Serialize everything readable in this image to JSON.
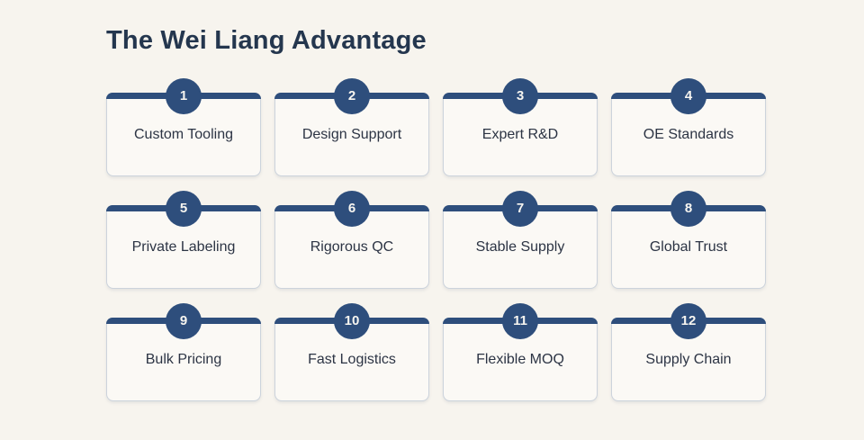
{
  "page": {
    "title": "The Wei Liang Advantage"
  },
  "colors": {
    "background": "#f7f4ee",
    "card_background": "#fbf9f5",
    "accent_navy": "#2e4e7c",
    "title_text": "#24364e",
    "label_text": "#2c3444",
    "card_border": "#ccd3dc",
    "badge_text": "#f7f5f0"
  },
  "cards": [
    {
      "number": "1",
      "label": "Custom Tooling"
    },
    {
      "number": "2",
      "label": "Design Support"
    },
    {
      "number": "3",
      "label": "Expert R&D"
    },
    {
      "number": "4",
      "label": "OE Standards"
    },
    {
      "number": "5",
      "label": "Private Labeling"
    },
    {
      "number": "6",
      "label": "Rigorous QC"
    },
    {
      "number": "7",
      "label": "Stable Supply"
    },
    {
      "number": "8",
      "label": "Global Trust"
    },
    {
      "number": "9",
      "label": "Bulk Pricing"
    },
    {
      "number": "10",
      "label": "Fast Logistics"
    },
    {
      "number": "11",
      "label": "Flexible MOQ"
    },
    {
      "number": "12",
      "label": "Supply Chain"
    }
  ]
}
